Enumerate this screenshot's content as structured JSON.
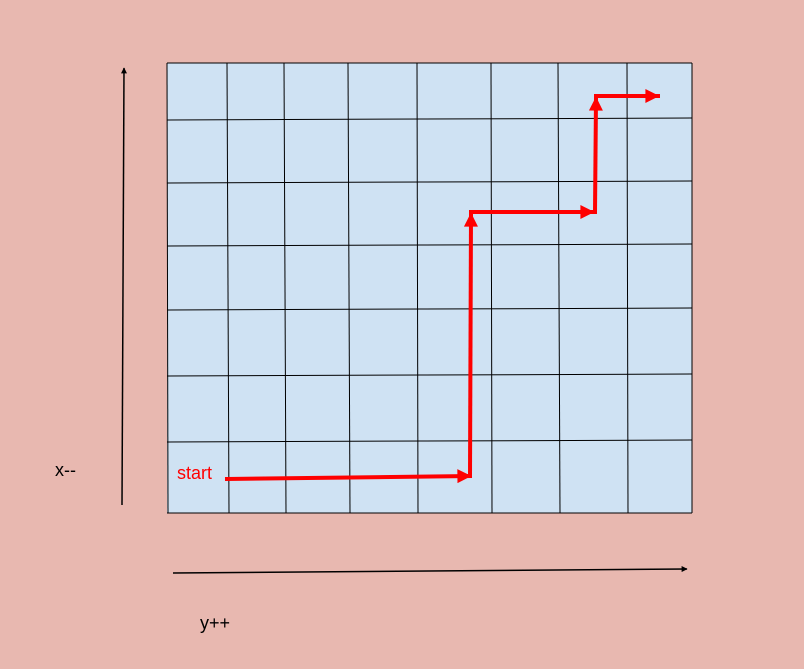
{
  "colors": {
    "background": "#e8b8b0",
    "grid_fill": "#cfe2f3",
    "grid_line": "#000000",
    "path": "#ff0000",
    "axis": "#000000"
  },
  "labels": {
    "vertical_axis": "x--",
    "horizontal_axis": "y++",
    "start": "start"
  },
  "grid": {
    "columns": 8,
    "rows": 7
  },
  "path": {
    "description_steps": [
      "right",
      "up",
      "right",
      "up",
      "right"
    ]
  }
}
